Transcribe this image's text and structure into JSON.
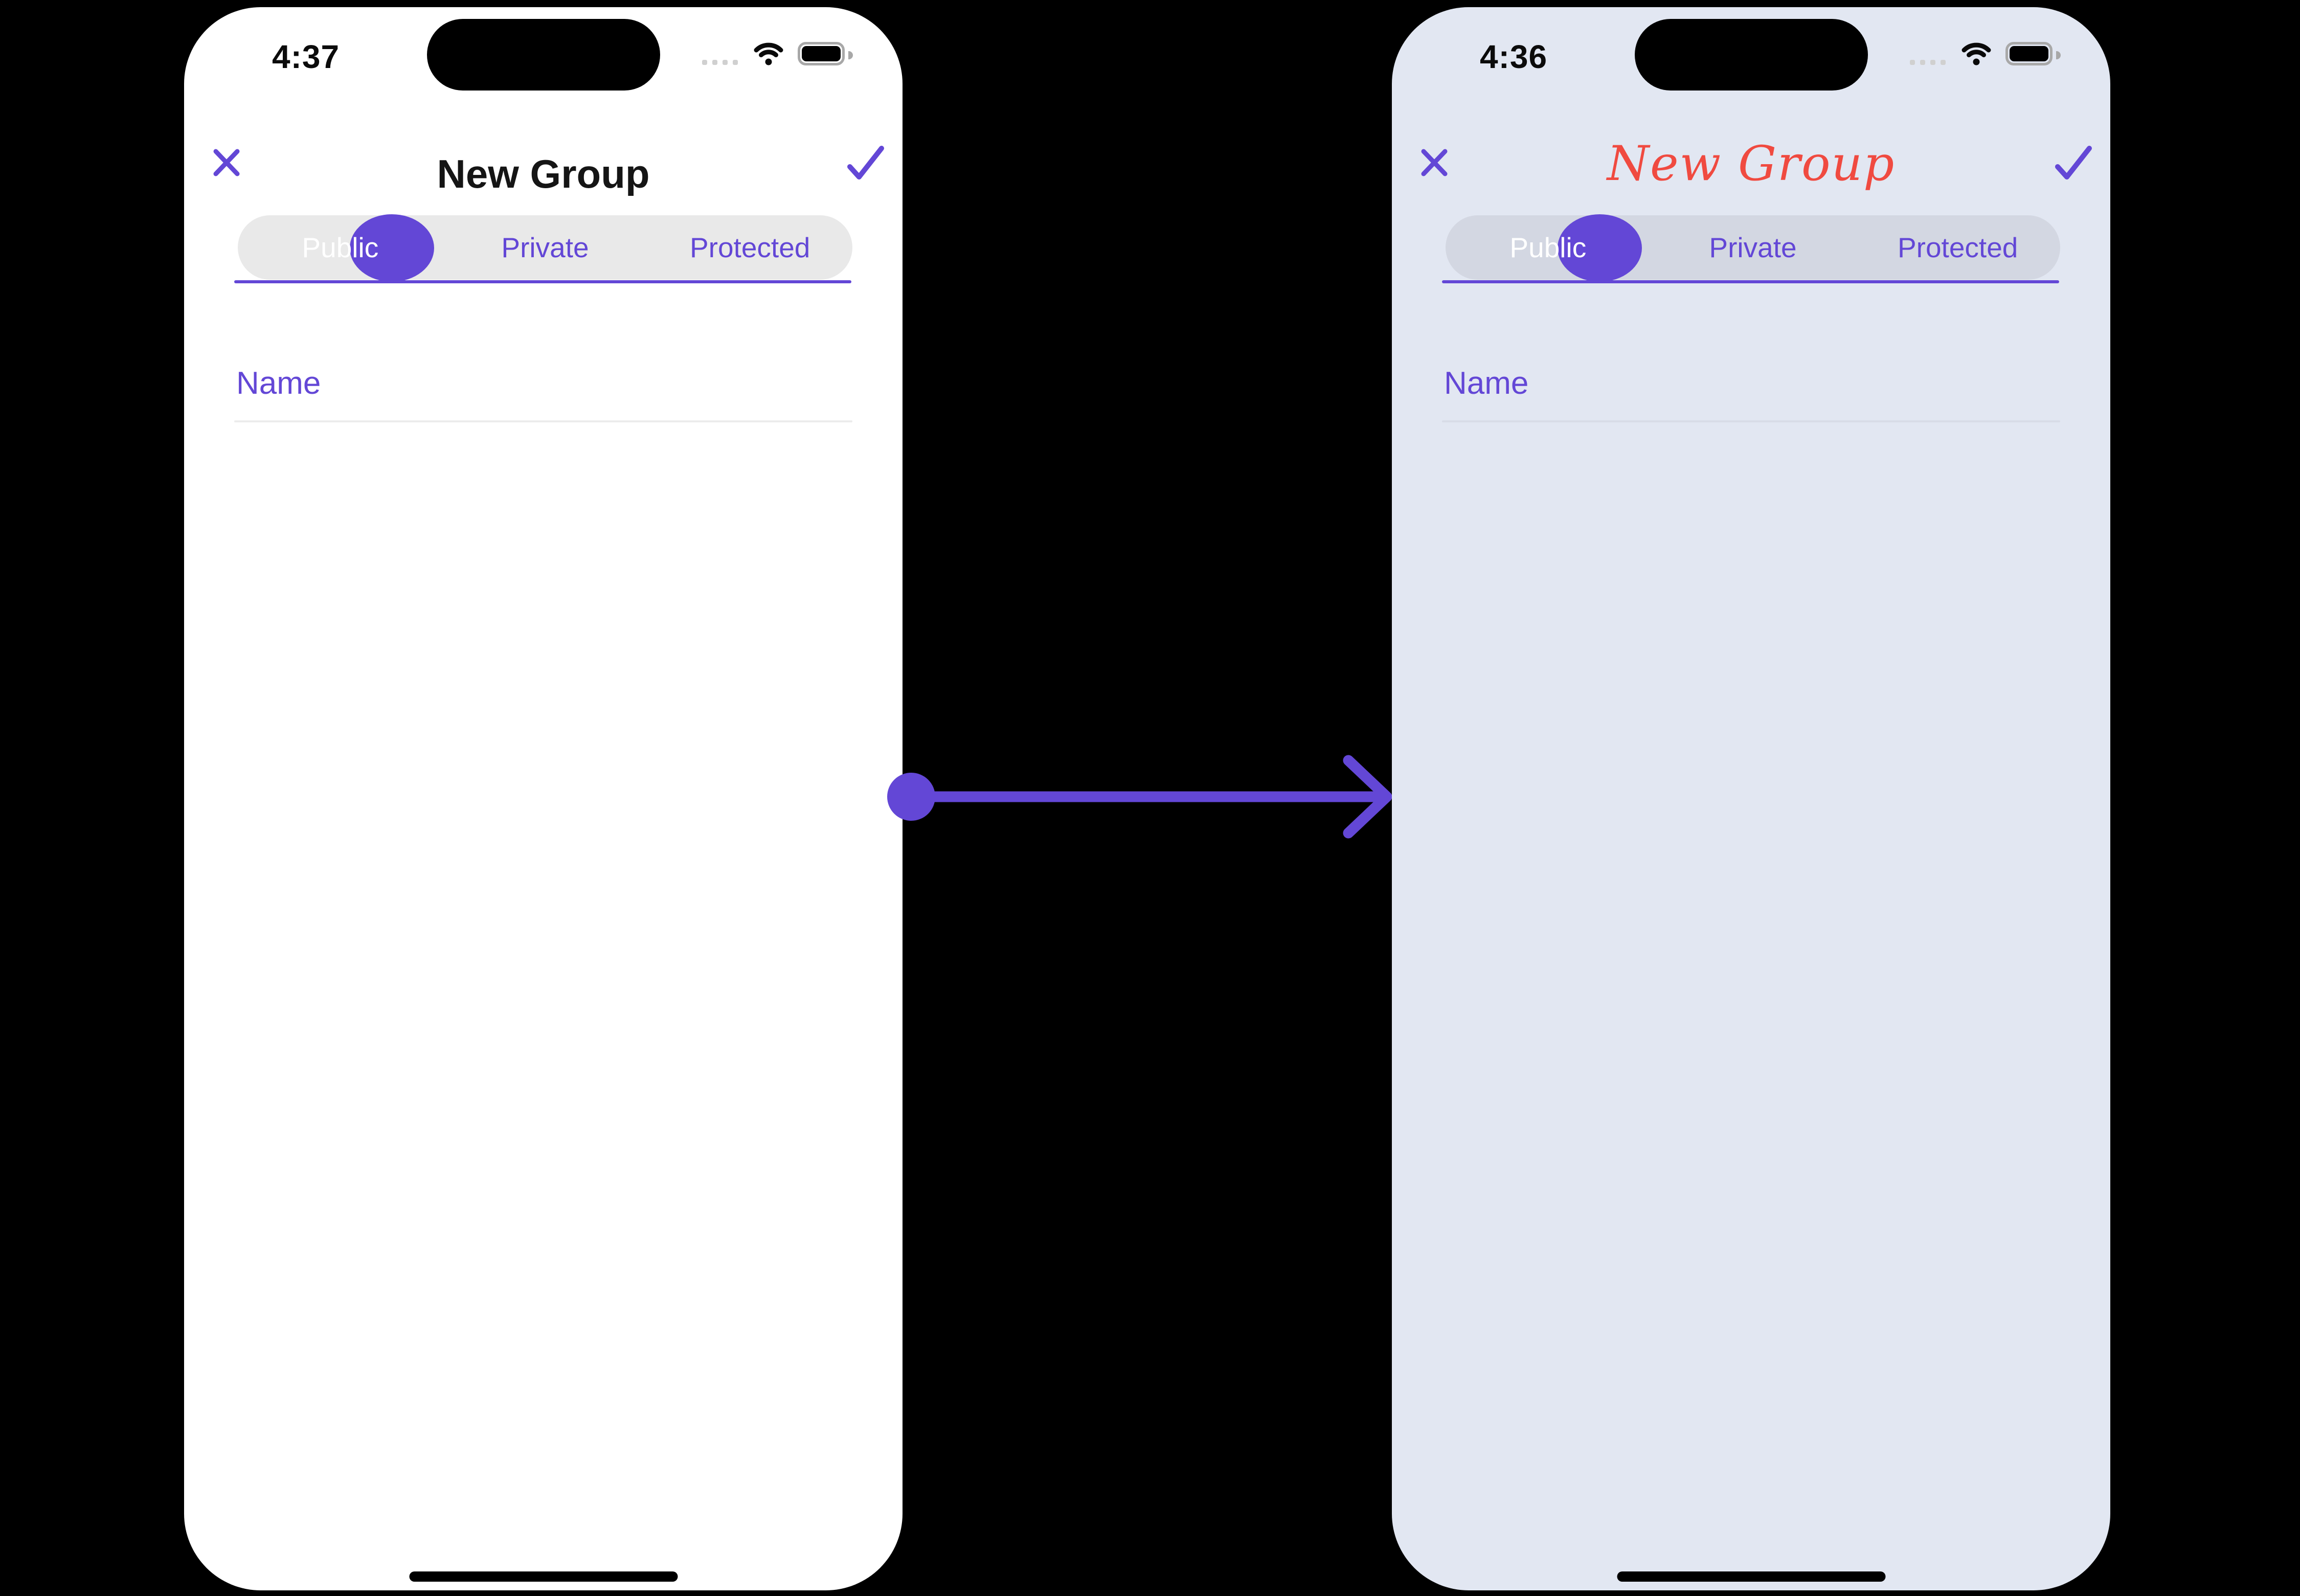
{
  "colors": {
    "accent_purple": "#6347d6",
    "script_red": "#f04a40",
    "left_phone_background": "#ffffff",
    "right_phone_background": "#e2e7f2",
    "left_pill_gray": "#e9e9e9",
    "right_pill_gray": "#d3d7e2",
    "canvas_black": "#000000"
  },
  "arrow": {
    "direction": "left-to-right",
    "color": "#6347d6"
  },
  "phones": {
    "left": {
      "status_bar": {
        "time": "4:37"
      },
      "nav": {
        "title": "New Group"
      },
      "tabs": [
        {
          "label": "Public",
          "selected": true
        },
        {
          "label": "Private",
          "selected": false
        },
        {
          "label": "Protected",
          "selected": false
        }
      ],
      "form": {
        "name_label": "Name",
        "name_value": ""
      }
    },
    "right": {
      "status_bar": {
        "time": "4:36"
      },
      "nav": {
        "title": "New Group",
        "title_style": "red-cursive-script"
      },
      "tabs": [
        {
          "label": "Public",
          "selected": true
        },
        {
          "label": "Private",
          "selected": false
        },
        {
          "label": "Protected",
          "selected": false
        }
      ],
      "form": {
        "name_label": "Name",
        "name_value": ""
      }
    }
  }
}
